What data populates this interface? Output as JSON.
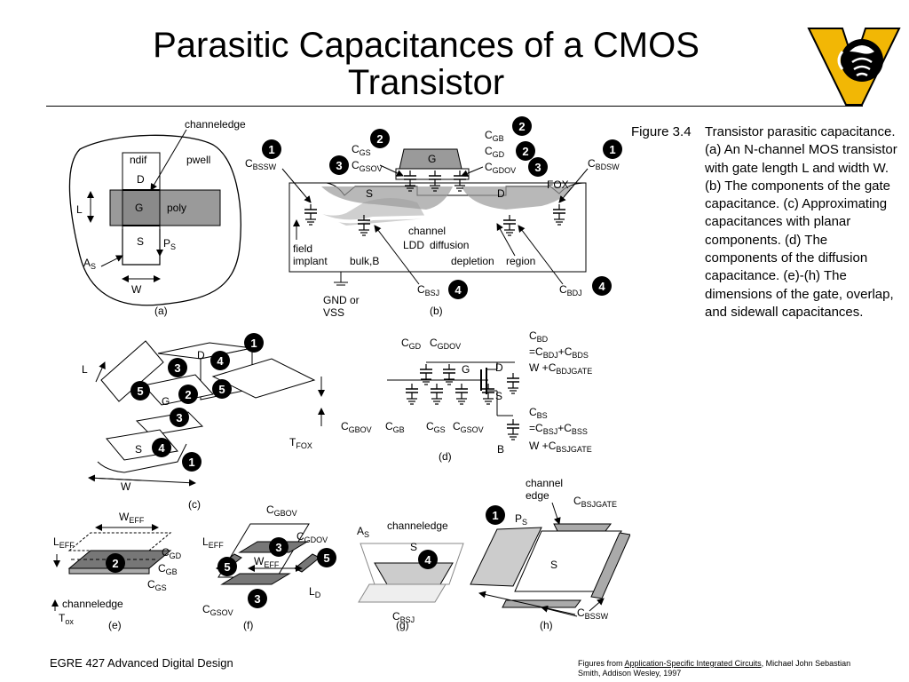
{
  "slide": {
    "title": "Parasitic Capacitances of a CMOS Transistor"
  },
  "caption": {
    "label": "Figure 3.4",
    "text": "Transistor parasitic capacitance. (a) An N-channel MOS transistor with gate length L and width W. (b) The components of the gate capacitance. (c) Approximating capacitances with planar components. (d) The components of the diffusion capacitance. (e)-(h) The dimensions of the gate, overlap, and sidewall capacitances."
  },
  "footer": {
    "course": "EGRE 427 Advanced Digital Design",
    "credit_prefix": "Figures from ",
    "credit_link": "Application-Specific Integrated Circuits",
    "credit_suffix": ", Michael John Sebastian Smith, Addison Wesley, 1997"
  },
  "figure": {
    "panel_labels": [
      "(a)",
      "(b)",
      "(c)",
      "(d)",
      "(e)",
      "(f)",
      "(g)",
      "(h)"
    ],
    "a": {
      "channeledge": "channeledge",
      "ndif": "ndif",
      "pwell": "pwell",
      "D": "D",
      "G": "G",
      "poly": "poly",
      "S": "S",
      "L": "L",
      "W": "W",
      "A": "A",
      "A_sub": "S",
      "P": "P",
      "P_sub": "S"
    },
    "b": {
      "C": "C",
      "bssw": "BSSW",
      "bdsw": "BDSW",
      "gs": "GS",
      "gsov": "GSOV",
      "gb": "GB",
      "gd": "GD",
      "gdov": "GDOV",
      "bsj": "BSJ",
      "bdj": "BDJ",
      "G": "G",
      "S": "S",
      "D": "D",
      "FOX": "FOX",
      "field": "field",
      "implant": "implant",
      "bulk": "bulk,B",
      "channel": "channel",
      "ldd": "LDD",
      "diffusion": "diffusion",
      "depletion": "depletion",
      "region": "region",
      "gnd": "GND or",
      "vss": "VSS"
    },
    "c": {
      "L": "L",
      "D": "D",
      "G": "G",
      "S": "S",
      "W": "W",
      "T": "T",
      "T_sub": "FOX"
    },
    "d": {
      "C": "C",
      "gd": "GD",
      "gdov": "GDOV",
      "G": "G",
      "D": "D",
      "S": "S",
      "B": "B",
      "bd": "BD",
      "bdj": "BDJ",
      "bds": "BDS",
      "bdjgate": "BDJGATE",
      "bs": "BS",
      "bsj": "BSJ",
      "bss": "BSS",
      "bsjgate": "BSJGATE",
      "gbov": "GBOV",
      "gb": "GB",
      "gs": "GS",
      "gsov": "GSOV",
      "eq": "=",
      "plus": "+",
      "w": "W"
    },
    "e": {
      "W": "W",
      "W_sub": "EFF",
      "L": "L",
      "L_sub": "EFF",
      "C": "C",
      "gd": "GD",
      "gb": "GB",
      "gs": "GS",
      "channeledge": "channeledge",
      "T": "T",
      "T_sub": "ox"
    },
    "f": {
      "C": "C",
      "gbov": "GBOV",
      "gdov": "GDOV",
      "gsov": "GSOV",
      "L": "L",
      "L_sub": "EFF",
      "W": "W",
      "W_sub": "EFF",
      "LD": "L",
      "LD_sub": "D"
    },
    "g": {
      "A": "A",
      "A_sub": "S",
      "channeledge": "channeledge",
      "S": "S",
      "C": "C",
      "bsj": "BSJ"
    },
    "h": {
      "channel": "channel",
      "edge": "edge",
      "C": "C",
      "bsjgate": "BSJGATE",
      "P": "P",
      "P_sub": "S",
      "S": "S",
      "bssw": "BSSW"
    },
    "markers": [
      "1",
      "2",
      "3",
      "4",
      "5"
    ]
  },
  "colors": {
    "logo_gold": "#f2b705",
    "gray_region": "#9a9a9a",
    "light_region": "#cfcfcf"
  }
}
